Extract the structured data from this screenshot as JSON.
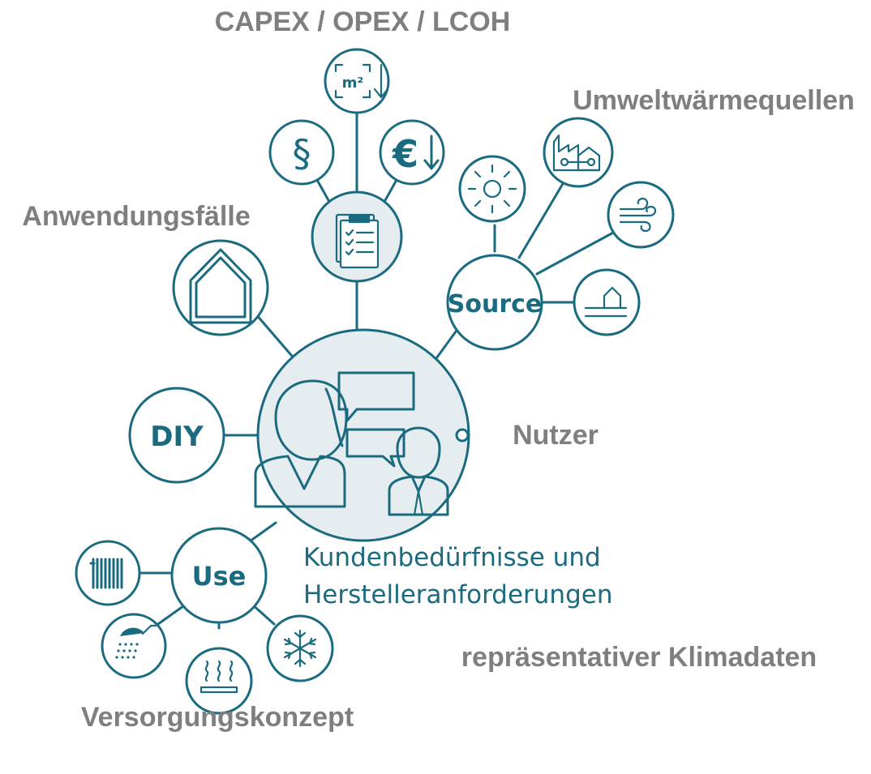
{
  "labels": {
    "capex": "CAPEX / OPEX / LCOH",
    "umwelt": "Umweltwärmequellen",
    "anwendung": "Anwendungsfälle",
    "nutzer": "Nutzer",
    "klima": "repräsentativer Klimadaten",
    "versorgung": "Versorgungskonzept"
  },
  "nodes": {
    "diy": "DIY",
    "source": "Source",
    "use": "Use",
    "m2": "m²",
    "paragraph": "§",
    "euro": "€"
  },
  "center_caption": {
    "line1": "Kundenbedürfnisse und",
    "line2": "Herstelleranforderungen"
  },
  "colors": {
    "teal": "#1a6b80",
    "label_gray": "#7f7f7f",
    "center_fill": "#e6edf0"
  },
  "icons": [
    "house-icon",
    "clipboard-icon",
    "paragraph-icon",
    "area-down-icon",
    "euro-down-icon",
    "sun-icon",
    "factory-icon",
    "wind-icon",
    "ground-house-icon",
    "radiator-icon",
    "shower-icon",
    "floor-heating-icon",
    "snowflake-icon",
    "people-chat-icon"
  ]
}
